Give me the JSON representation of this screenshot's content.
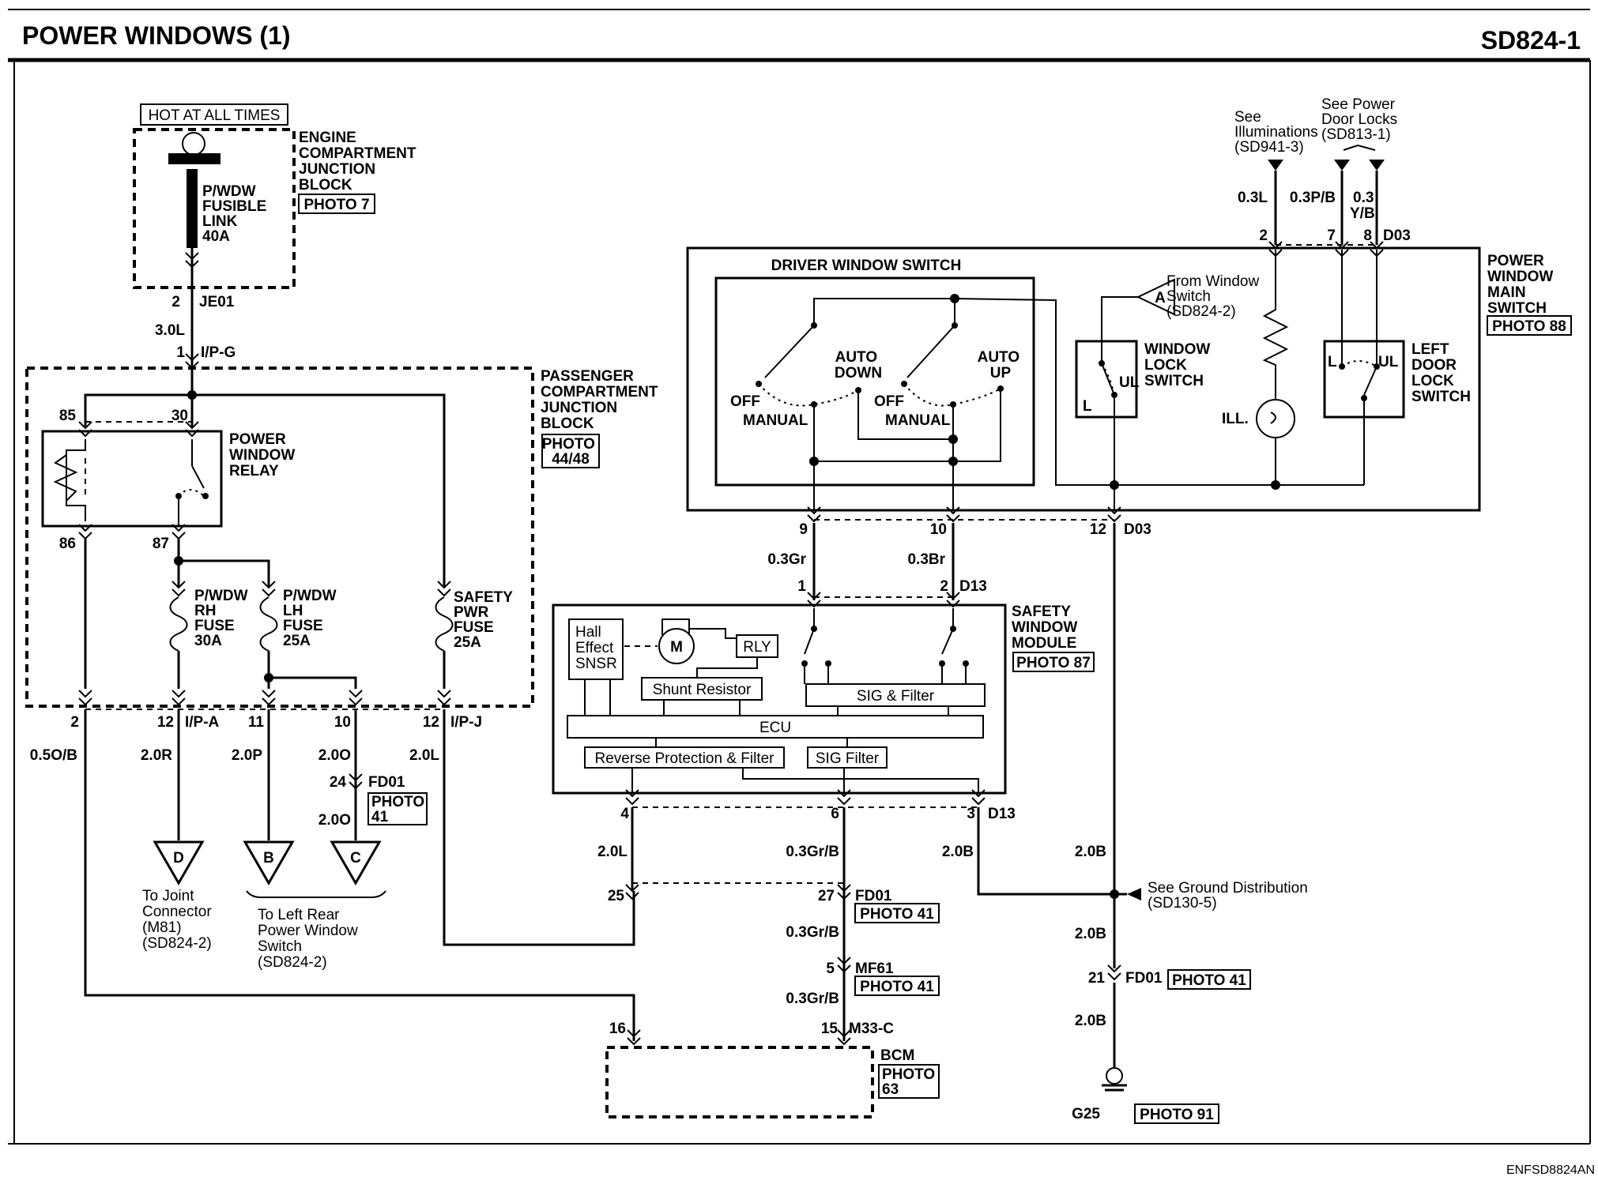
{
  "header": {
    "title": "POWER WINDOWS (1)",
    "code": "SD824-1"
  },
  "footer": {
    "code": "ENFSD8824AN"
  },
  "engine_block": {
    "hot": "HOT AT ALL TIMES",
    "name": [
      "ENGINE",
      "COMPARTMENT",
      "JUNCTION",
      "BLOCK"
    ],
    "photo": "PHOTO 7",
    "fuse": [
      "P/WDW",
      "FUSIBLE",
      "LINK",
      "40A"
    ]
  },
  "je01": {
    "pin": "2",
    "name": "JE01",
    "wire": "3.0L"
  },
  "ipg": {
    "pin": "1",
    "name": "I/P-G"
  },
  "passenger_block": {
    "name": [
      "PASSENGER",
      "COMPARTMENT",
      "JUNCTION",
      "BLOCK"
    ],
    "photo": [
      "PHOTO",
      "44/48"
    ],
    "relay": [
      "POWER",
      "WINDOW",
      "RELAY"
    ],
    "relay_pins": [
      "85",
      "30",
      "86",
      "87"
    ],
    "fuse_rh": [
      "P/WDW",
      "RH",
      "FUSE",
      "30A"
    ],
    "fuse_lh": [
      "P/WDW",
      "LH",
      "FUSE",
      "25A"
    ],
    "fuse_safety": [
      "SAFETY",
      "PWR",
      "FUSE",
      "25A"
    ]
  },
  "ipa": {
    "pins": [
      "2",
      "12",
      "11",
      "10",
      "12"
    ],
    "name_a": "I/P-A",
    "name_j": "I/P-J"
  },
  "wires_left": [
    "0.5O/B",
    "2.0R",
    "2.0P",
    "2.0O",
    "2.0L"
  ],
  "fd01_left": {
    "pin": "24",
    "name": "FD01",
    "photo": [
      "PHOTO",
      "41"
    ],
    "wire": "2.0O"
  },
  "connectors": {
    "d": "D",
    "b": "B",
    "c": "C"
  },
  "to_joint": [
    "To Joint",
    "Connector",
    "(M81)",
    "(SD824-2)"
  ],
  "to_left_rear": [
    "To Left Rear",
    "Power Window",
    "Switch",
    "(SD824-2)"
  ],
  "top_refs": {
    "illum": [
      "See",
      "Illuminations",
      "(SD941-3)"
    ],
    "locks": [
      "See Power",
      "Door Locks",
      "(SD813-1)"
    ],
    "wires": [
      "0.3L",
      "0.3P/B",
      "0.3",
      "Y/B"
    ],
    "pins": [
      "2",
      "7",
      "8"
    ],
    "conn": "D03"
  },
  "main_switch": {
    "name": [
      "POWER",
      "WINDOW",
      "MAIN",
      "SWITCH"
    ],
    "photo": "PHOTO 88",
    "driver": "DRIVER WINDOW SWITCH",
    "auto_down": [
      "AUTO",
      "DOWN"
    ],
    "auto_up": [
      "AUTO",
      "UP"
    ],
    "off": "OFF",
    "manual": "MANUAL",
    "from_ws": [
      "From Window",
      "Switch",
      "(SD824-2)"
    ],
    "a": "A",
    "lock": [
      "WINDOW",
      "LOCK",
      "SWITCH"
    ],
    "ul": "UL",
    "l": "L",
    "ill": "ILL.",
    "door_lock": [
      "LEFT",
      "DOOR",
      "LOCK",
      "SWITCH"
    ]
  },
  "d03_bottom": {
    "pins": [
      "9",
      "10",
      "12"
    ],
    "name": "D03",
    "wires": [
      "0.3Gr",
      "0.3Br"
    ]
  },
  "d13_top": {
    "pins": [
      "1",
      "2"
    ],
    "name": "D13"
  },
  "safety_module": {
    "name": [
      "SAFETY",
      "WINDOW",
      "MODULE"
    ],
    "photo": "PHOTO 87",
    "hall": [
      "Hall",
      "Effect",
      "SNSR"
    ],
    "m": "M",
    "rly": "RLY",
    "shunt": "Shunt Resistor",
    "sig": "SIG & Filter",
    "ecu": "ECU",
    "reverse": "Reverse Protection & Filter",
    "sigf": "SIG Filter"
  },
  "d13_bottom": {
    "pins": [
      "4",
      "6",
      "3"
    ],
    "name": "D13",
    "wires": [
      "2.0L",
      "0.3Gr/B",
      "2.0B",
      "2.0B"
    ]
  },
  "fd01_mid": {
    "pins": [
      "25",
      "27"
    ],
    "name": "FD01",
    "photo": "PHOTO 41",
    "wire": "0.3Gr/B"
  },
  "mf61": {
    "pin": "5",
    "name": "MF61",
    "photo": "PHOTO 41",
    "wire": "0.3Gr/B"
  },
  "bcm": {
    "pins": [
      "16",
      "15"
    ],
    "conn": "M33-C",
    "name": "BCM",
    "photo": [
      "PHOTO",
      "63"
    ]
  },
  "ground": {
    "see": [
      "See Ground Distribution",
      "(SD130-5)"
    ],
    "wire": "2.0B",
    "wire2": "2.0B",
    "fd01_pin": "21",
    "fd01": "FD01",
    "fd01_photo": "PHOTO 41",
    "g": "G25",
    "g_photo": "PHOTO 91"
  }
}
